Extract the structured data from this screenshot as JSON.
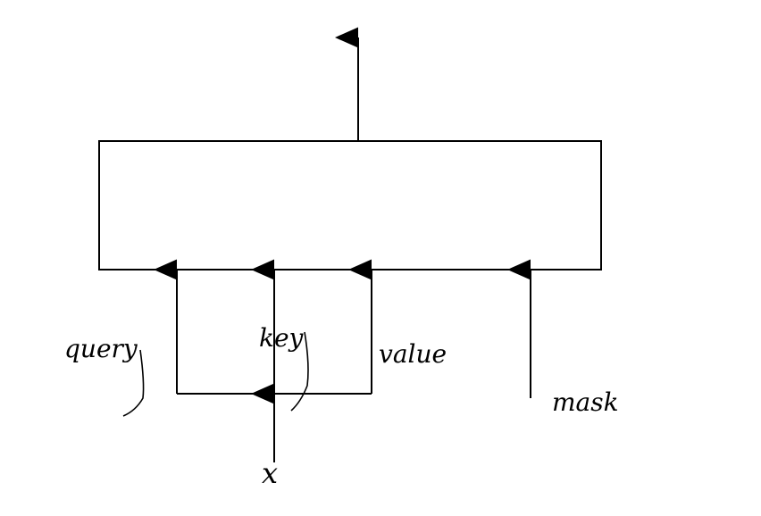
{
  "diagram": {
    "labels": {
      "query": "query",
      "key": "key",
      "value": "value",
      "mask": "mask",
      "input_x": "x"
    },
    "colors": {
      "stroke": "#000000",
      "background": "#ffffff"
    }
  }
}
